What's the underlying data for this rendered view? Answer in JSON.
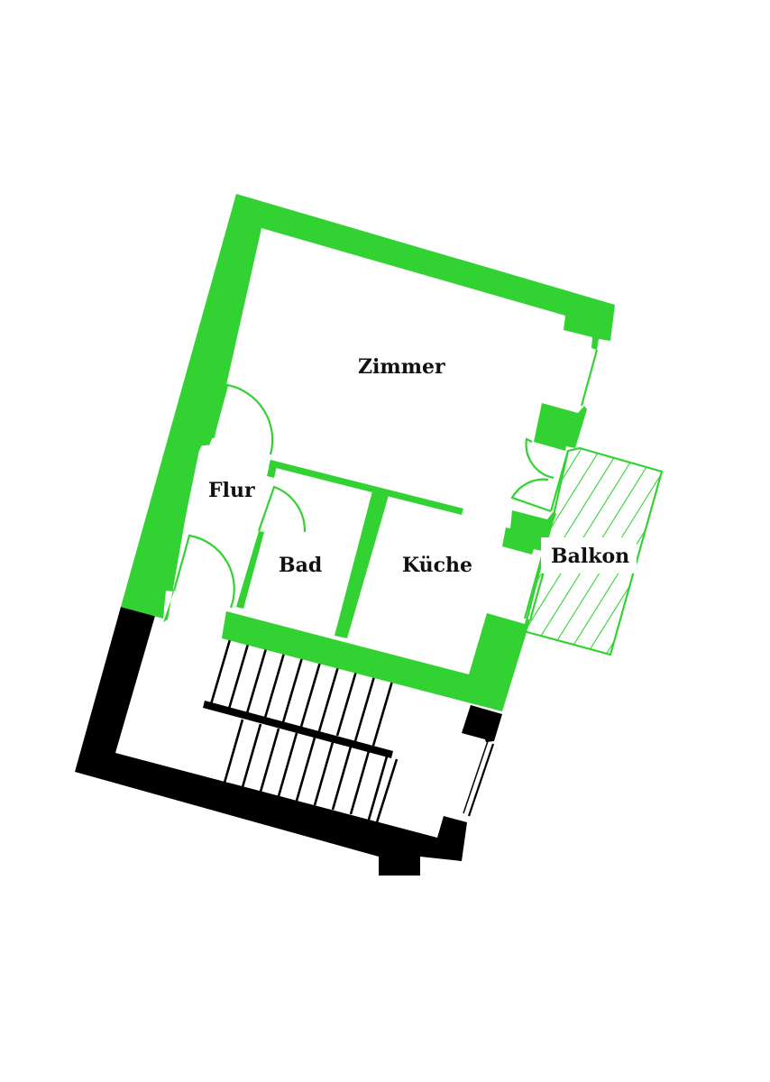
{
  "colors": {
    "apartment_wall": "#33d233",
    "stairwell_wall": "#000000",
    "stair_lines": "#000000",
    "balcony_hatch": "#33d233",
    "background": "#ffffff",
    "label": "#111111"
  },
  "rooms": {
    "zimmer": "Zimmer",
    "flur": "Flur",
    "bad": "Bad",
    "kueche": "Küche",
    "balkon": "Balkon"
  }
}
